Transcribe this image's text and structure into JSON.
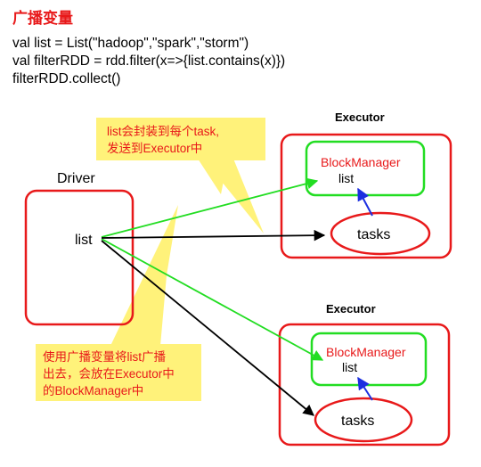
{
  "title": "广播变量",
  "code_lines": [
    "val list = List(\"hadoop\",\"spark\",\"storm\")",
    "val filterRDD = rdd.filter(x=>{list.contains(x)})",
    "filterRDD.collect()"
  ],
  "driver": {
    "label": "Driver",
    "variable": "list"
  },
  "executors": [
    {
      "label": "Executor",
      "block_manager": "BlockManager",
      "variable": "list",
      "tasks": "tasks"
    },
    {
      "label": "Executor",
      "block_manager": "BlockManager",
      "variable": "list",
      "tasks": "tasks"
    }
  ],
  "callouts": {
    "top": [
      "list会封装到每个task,",
      "发送到Executor中"
    ],
    "bottom": [
      "使用广播变量将list广播",
      "出去，会放在Executor中",
      "的BlockManager中"
    ]
  },
  "colors": {
    "title": "#e8191a",
    "box_red": "#e8191a",
    "box_green": "#22dd22",
    "arrow_green": "#22dd22",
    "arrow_blue": "#1c2fe0",
    "arrow_black": "#000000",
    "callout_fill": "#fff27a",
    "callout_text": "#e8191a"
  }
}
